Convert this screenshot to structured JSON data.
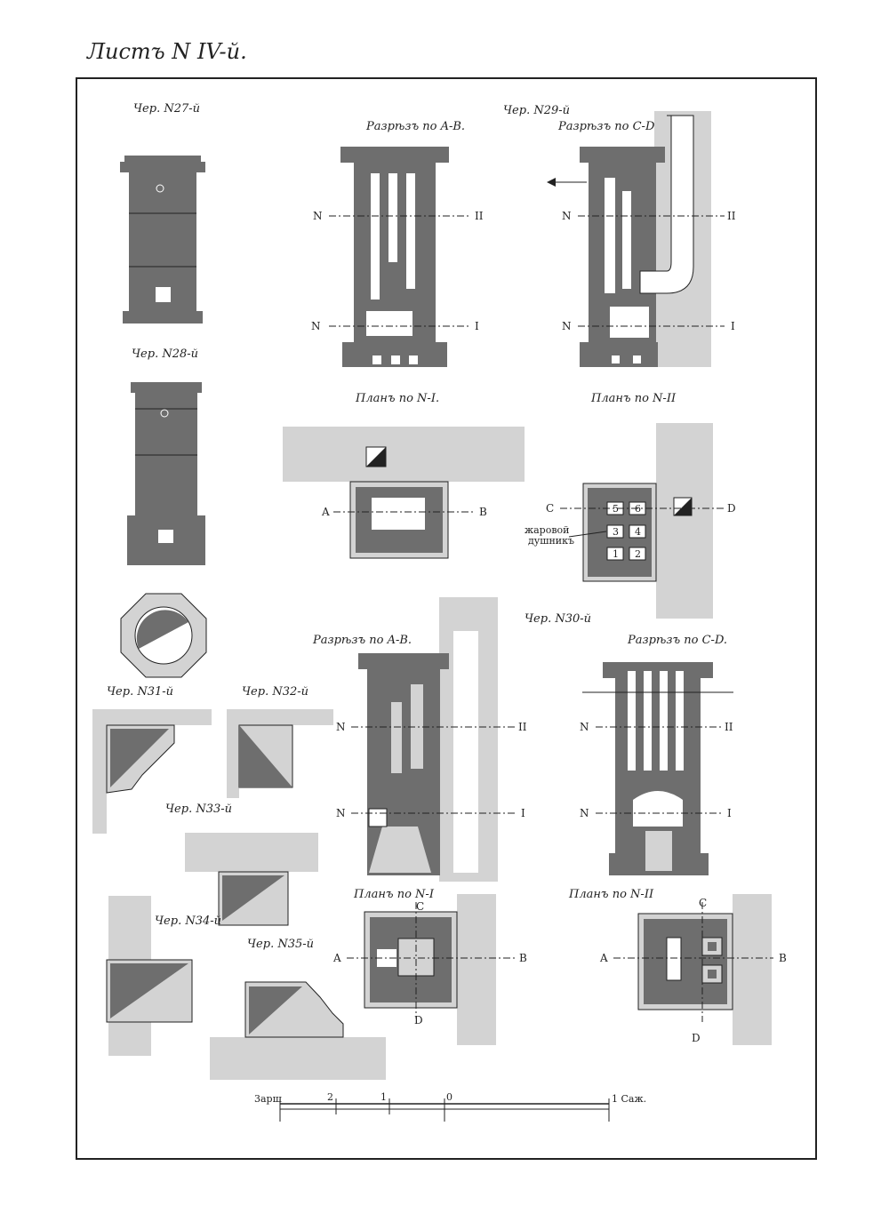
{
  "sheet_title": "Листъ N IV-й.",
  "colors": {
    "brick": "#6e6e6e",
    "wall": "#d3d3d3",
    "line": "#222222",
    "paper": "#ffffff"
  },
  "captions": {
    "fig27": "Чер. N27-й",
    "fig28": "Чер. N28-й",
    "fig29": "Чер. N29-й",
    "fig30": "Чер. N30-й",
    "fig31": "Чер. N31-й",
    "fig32": "Чер. N32-й",
    "fig33": "Чер. N33-й",
    "fig34": "Чер. N34-й",
    "fig35": "Чер. N35-й"
  },
  "section_titles": {
    "ab_top": "Разрѣзъ по A-B.",
    "cd_top": "Разрѣзъ по C-D.",
    "plan_n1_top": "Планъ по N-I.",
    "plan_n2_top": "Планъ по N-II",
    "ab_bottom": "Разрѣзъ по A-B.",
    "cd_bottom": "Разрѣзъ по C-D.",
    "plan_n1_bottom": "Планъ по N-I",
    "plan_n2_bottom": "Планъ по N-II"
  },
  "axis_marks": {
    "n": "N",
    "i": "I",
    "ii": "II",
    "a": "A",
    "b": "B",
    "c": "C",
    "d": "D"
  },
  "vent_label": [
    "жаровой",
    "душникъ"
  ],
  "flue_numbers": [
    "5",
    "6",
    "3",
    "4",
    "1",
    "2"
  ],
  "scale_bar": {
    "start": "3арш",
    "ticks": [
      "2",
      "1",
      "0"
    ],
    "end": "1 Саж."
  }
}
